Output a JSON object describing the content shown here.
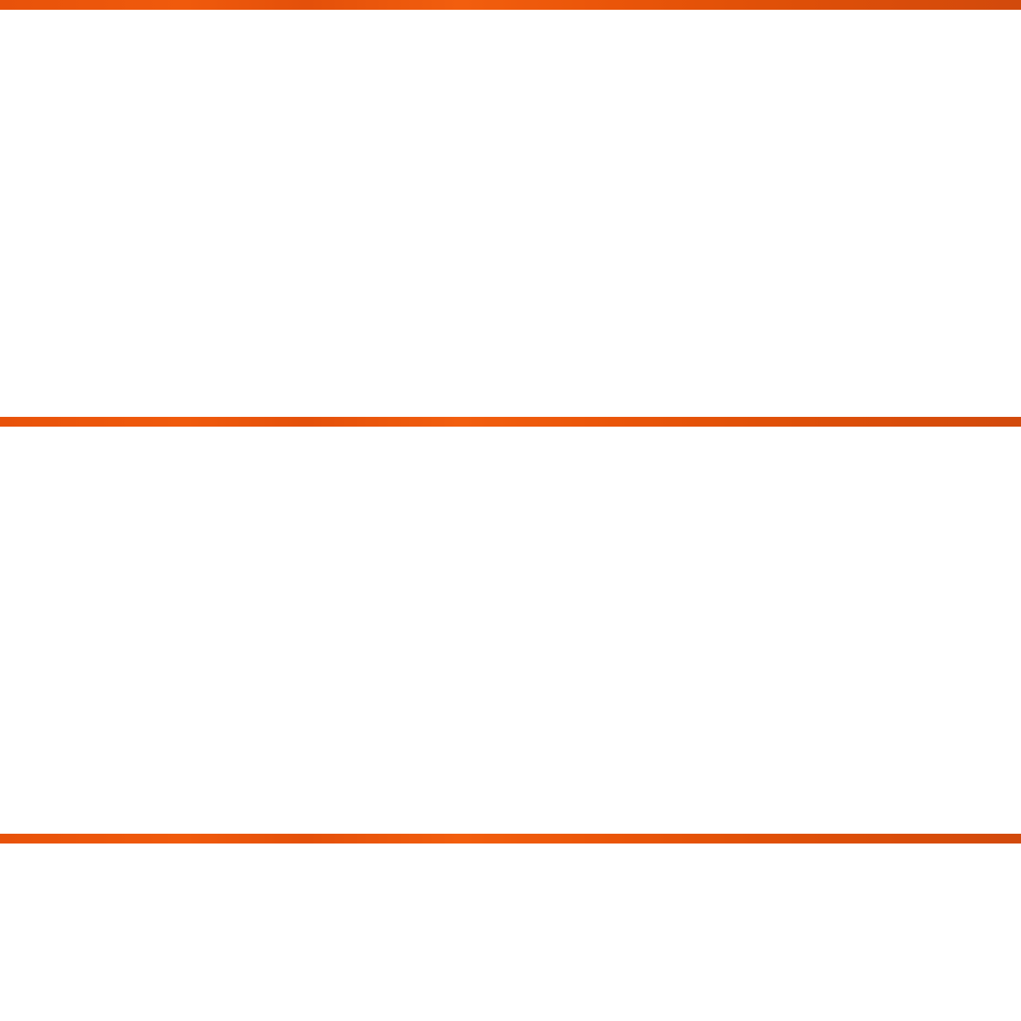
{
  "colors": {
    "background": "#ffffff",
    "stripe_primary": "#e8520a",
    "stripe_highlight": "#f25e0e",
    "stripe_dark": "#d24a0c"
  },
  "stripes": [
    {
      "name": "top-stripe"
    },
    {
      "name": "middle-stripe"
    },
    {
      "name": "bottom-stripe"
    }
  ]
}
